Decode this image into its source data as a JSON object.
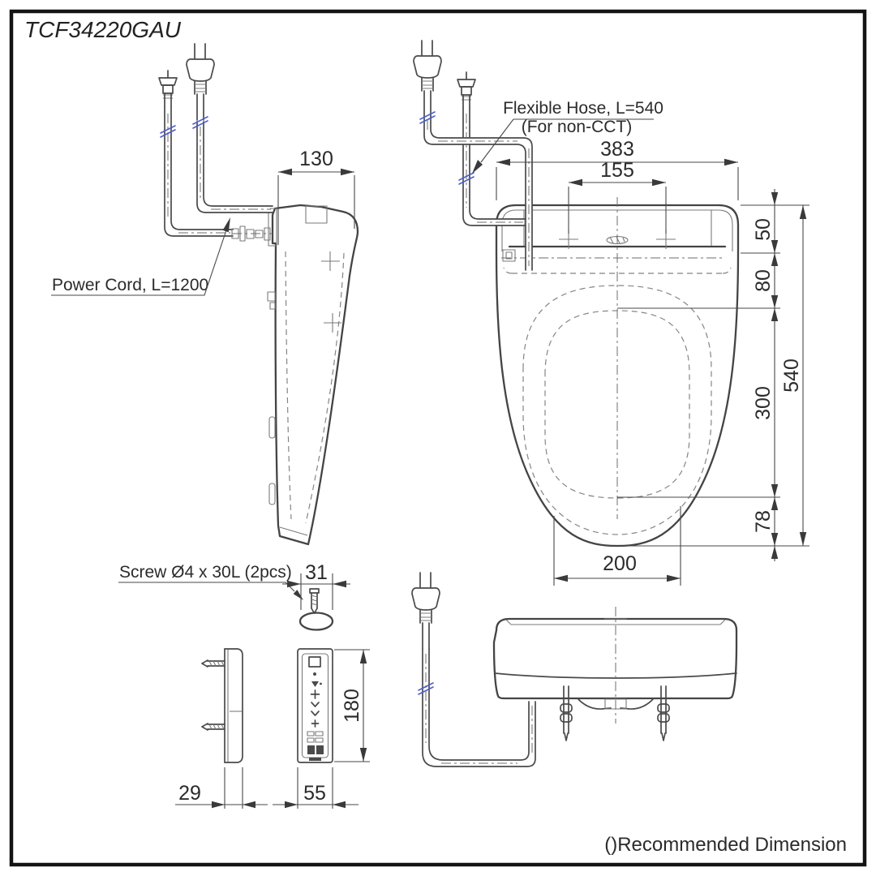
{
  "page": {
    "title": "TCF34220GAU"
  },
  "footer": {
    "note": "()Recommended Dimension"
  },
  "labels": {
    "power_cord": "Power Cord, L=1200",
    "flexible_hose_line1": "Flexible Hose, L=540",
    "flexible_hose_line2": "(For non-CCT)",
    "screw": "Screw Ø4 x 30L (2pcs)"
  },
  "dimensions": {
    "side_depth": "130",
    "overall_width": "383",
    "hinge_hole_span": "155",
    "tank_depth": "50",
    "hinge_offset": "80",
    "opening_length": "300",
    "overall_length": "540",
    "front_overhang": "78",
    "opening_width": "200",
    "holder_width": "31",
    "remote_depth": "29",
    "remote_width": "55",
    "remote_height": "180"
  },
  "colors": {
    "background": "#ffffff",
    "border": "#141414",
    "line": "#4a4a4a",
    "hidden_line": "#858585",
    "dimension": "#474747",
    "text": "#2b2b2b",
    "cord_break_blue": "#4f5fc5"
  }
}
